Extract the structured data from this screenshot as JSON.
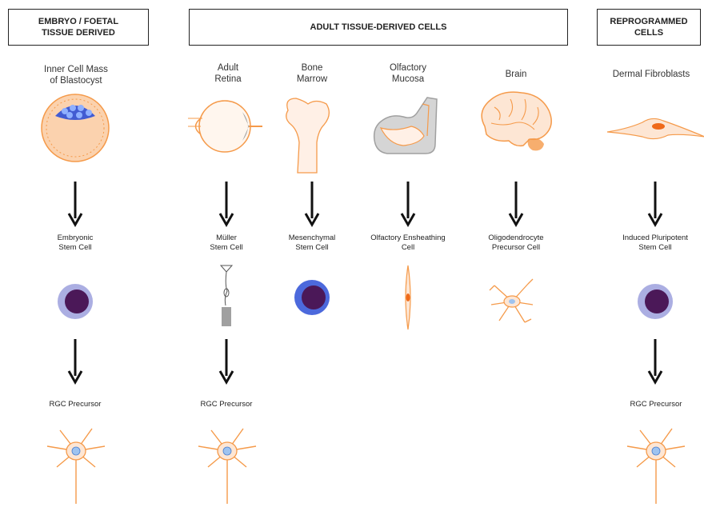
{
  "headers": {
    "embryo_line1": "EMBRYO / FOETAL",
    "embryo_line2": "TISSUE DERIVED",
    "adult": "ADULT TISSUE-DERIVED CELLS",
    "reprog_line1": "REPROGRAMMED",
    "reprog_line2": "CELLS"
  },
  "sources": {
    "icm_line1": "Inner Cell Mass",
    "icm_line2": "of Blastocyst",
    "retina_line1": "Adult",
    "retina_line2": "Retina",
    "marrow_line1": "Bone",
    "marrow_line2": "Marrow",
    "olfactory_line1": "Olfactory",
    "olfactory_line2": "Mucosa",
    "brain": "Brain",
    "fibroblasts": "Dermal Fibroblasts"
  },
  "cells": {
    "esc_line1": "Embryonic",
    "esc_line2": "Stem Cell",
    "muller_line1": "Müller",
    "muller_line2": "Stem Cell",
    "msc_line1": "Mesenchymal",
    "msc_line2": "Stem Cell",
    "oec_line1": "Olfactory Ensheathing",
    "oec_line2": "Cell",
    "opc_line1": "Oligodendrocyte",
    "opc_line2": "Precursor Cell",
    "ipsc_line1": "Induced Pluripotent",
    "ipsc_line2": "Stem Cell"
  },
  "precursors": {
    "rgc1": "RGC Precursor",
    "rgc2": "RGC Precursor",
    "rgc3": "RGC Precursor"
  },
  "colors": {
    "orange": "#f59a4a",
    "peach": "#fbd2ae",
    "purple": "#4b1858",
    "halo": "#8f93d8",
    "blue": "#2d4fd6",
    "grey": "#a0a0a0"
  }
}
